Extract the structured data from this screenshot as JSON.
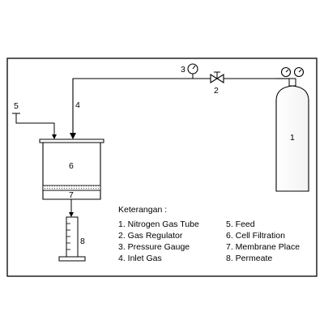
{
  "diagram": {
    "numbers": {
      "n1": "1",
      "n2": "2",
      "n3": "3",
      "n4": "4",
      "n5": "5",
      "n6": "6",
      "n7": "7",
      "n8": "8"
    },
    "legend": {
      "title": "Keterangan :",
      "items": [
        "1. Nitrogen Gas Tube",
        "2. Gas Regulator",
        "3. Pressure Gauge",
        "4. Inlet Gas",
        "5. Feed",
        "6. Cell Filtration",
        "7. Membrane Place",
        "8. Permeate"
      ]
    }
  }
}
